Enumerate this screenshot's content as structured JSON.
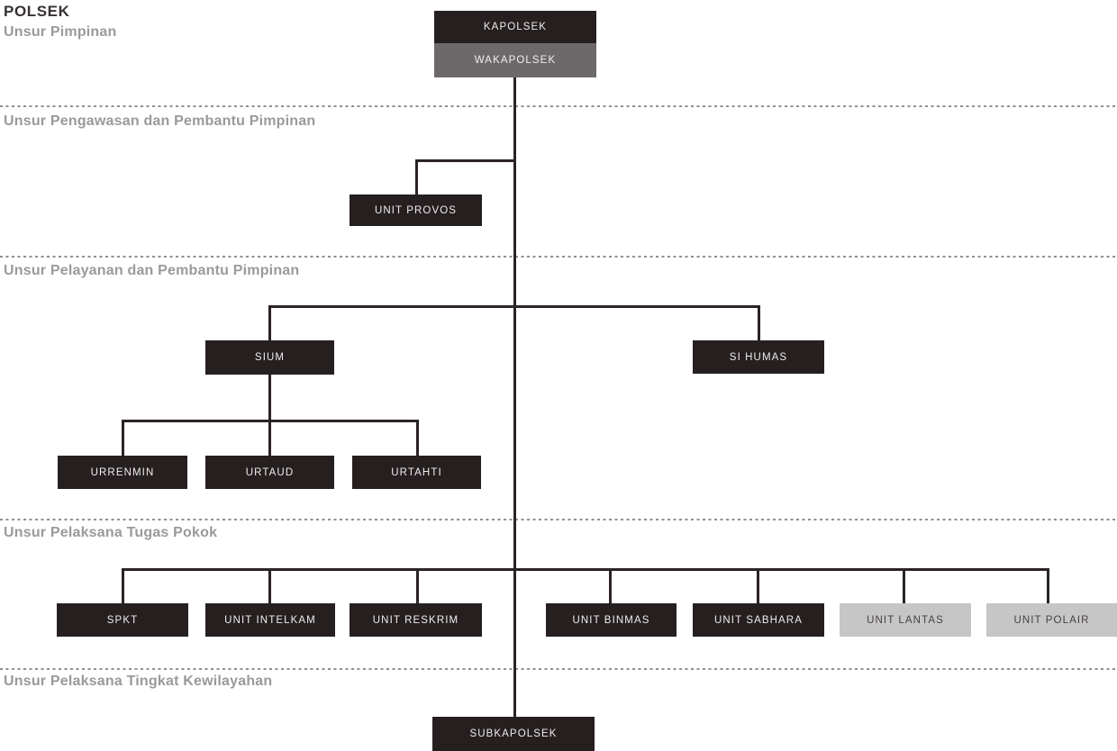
{
  "title": "POLSEK",
  "sections": [
    {
      "label": "Unsur Pimpinan"
    },
    {
      "label": "Unsur Pengawasan dan Pembantu Pimpinan"
    },
    {
      "label": "Unsur Pelayanan dan Pembantu Pimpinan"
    },
    {
      "label": "Unsur Pelaksana Tugas Pokok"
    },
    {
      "label": "Unsur Pelaksana Tingkat Kewilayahan"
    }
  ],
  "nodes": {
    "kapolsek": {
      "label": "KAPOLSEK",
      "variant": "dark"
    },
    "wakapolsek": {
      "label": "WAKAPOLSEK",
      "variant": "gray"
    },
    "unit_provos": {
      "label": "UNIT PROVOS",
      "variant": "dark"
    },
    "sium": {
      "label": "SIUM",
      "variant": "dark"
    },
    "si_humas": {
      "label": "SI HUMAS",
      "variant": "dark"
    },
    "urrenmin": {
      "label": "URRENMIN",
      "variant": "dark"
    },
    "urtaud": {
      "label": "URTAUD",
      "variant": "dark"
    },
    "urtahti": {
      "label": "URTAHTI",
      "variant": "dark"
    },
    "spkt": {
      "label": "SPKT",
      "variant": "dark"
    },
    "unit_intelkam": {
      "label": "UNIT INTELKAM",
      "variant": "dark"
    },
    "unit_reskrim": {
      "label": "UNIT RESKRIM",
      "variant": "dark"
    },
    "unit_binmas": {
      "label": "UNIT BINMAS",
      "variant": "dark"
    },
    "unit_sabhara": {
      "label": "UNIT SABHARA",
      "variant": "dark"
    },
    "unit_lantas": {
      "label": "UNIT LANTAS",
      "variant": "light"
    },
    "unit_polair": {
      "label": "UNIT POLAIR",
      "variant": "light"
    },
    "subkapolsek": {
      "label": "SUBKAPOLSEK",
      "variant": "dark"
    }
  },
  "hierarchy": {
    "KAPOLSEK": {
      "deputy": "WAKAPOLSEK",
      "children": [
        "UNIT PROVOS",
        "SIUM",
        "SI HUMAS",
        "SPKT",
        "UNIT INTELKAM",
        "UNIT RESKRIM",
        "UNIT BINMAS",
        "UNIT SABHARA",
        "UNIT LANTAS",
        "UNIT POLAIR",
        "SUBKAPOLSEK"
      ]
    },
    "SIUM": {
      "children": [
        "URRENMIN",
        "URTAUD",
        "URTAHTI"
      ]
    }
  },
  "colors": {
    "node_dark": "#261f20",
    "node_gray": "#6d696a",
    "node_light": "#c7c6c6",
    "node_light_text": "#474142",
    "node_text": "#efecec",
    "connector": "#2b2324",
    "divider_gray": "#8f8f8f",
    "section_header_gray": "#9a999b",
    "title_color": "#383132",
    "background": "#ffffff"
  }
}
